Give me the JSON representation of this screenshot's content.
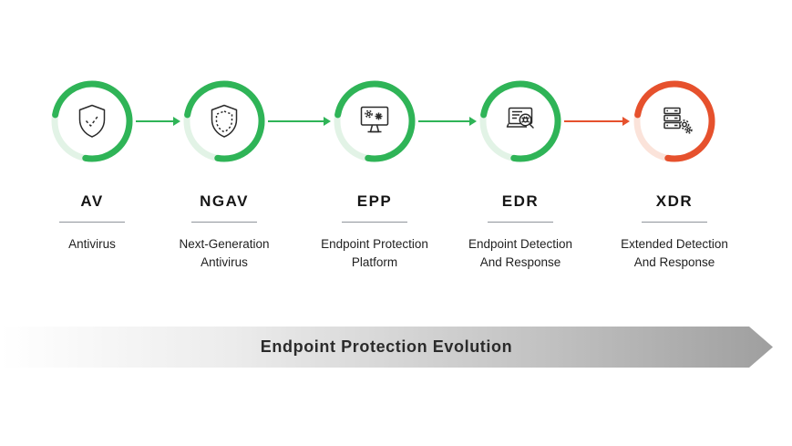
{
  "title": "Endpoint Protection Evolution",
  "banner": {
    "label": "Endpoint Protection Evolution"
  },
  "stages": [
    {
      "acronym": "AV",
      "name": "Antivirus",
      "icon": "shield-check-icon",
      "ring_color": "#2fb457"
    },
    {
      "acronym": "NGAV",
      "name": "Next-Generation Antivirus",
      "icon": "shield-outline-icon",
      "ring_color": "#2fb457"
    },
    {
      "acronym": "EPP",
      "name": "Endpoint Protection Platform",
      "icon": "monitor-threats-icon",
      "ring_color": "#2fb457"
    },
    {
      "acronym": "EDR",
      "name": "Endpoint Detection And Response",
      "icon": "screen-magnifier-bug-icon",
      "ring_color": "#2fb457"
    },
    {
      "acronym": "XDR",
      "name": "Extended Detection And Response",
      "icon": "server-gears-icon",
      "ring_color": "#e6512d"
    }
  ],
  "connectors": [
    {
      "color": "#2fb457"
    },
    {
      "color": "#2fb457"
    },
    {
      "color": "#2fb457"
    },
    {
      "color": "#e6512d"
    }
  ],
  "colors": {
    "green": "#2fb457",
    "orange": "#e6512d",
    "ink": "#1c1c1c"
  }
}
